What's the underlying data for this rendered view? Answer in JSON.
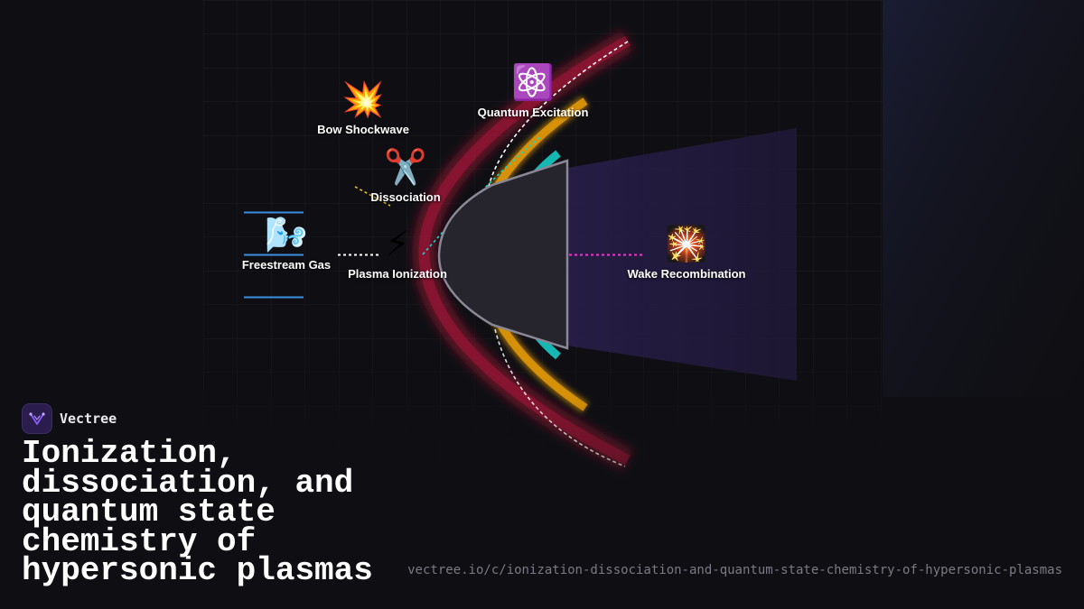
{
  "brand": {
    "name": "Vectree",
    "logo_icon": "vectree-logo-icon",
    "accent": "#8b5cf6"
  },
  "title": "Ionization, dissociation, and quantum state chemistry of hypersonic plasmas",
  "url": "vectree.io/c/ionization-dissociation-and-quantum-state-chemistry-of-hypersonic-plasmas",
  "colors": {
    "background": "#0f0f13",
    "shock_red": "#c0183a",
    "shock_orange": "#f0a000",
    "shock_cyan": "#18d6d0",
    "wake_purple": "#2a1f4d",
    "freestream_blue": "#3b8fe0",
    "wake_link_magenta": "#e040c8"
  },
  "nodes": [
    {
      "id": "bow-shockwave",
      "emoji": "💥",
      "icon": "explosion-icon",
      "label": "Bow Shockwave"
    },
    {
      "id": "quantum-excitation",
      "emoji": "⚛️",
      "icon": "atom-icon",
      "label": "Quantum Excitation"
    },
    {
      "id": "dissociation",
      "emoji": "✂️",
      "icon": "scissors-icon",
      "label": "Dissociation"
    },
    {
      "id": "freestream-gas",
      "emoji": "🌬️",
      "icon": "wind-icon",
      "label": "Freestream Gas"
    },
    {
      "id": "plasma-ionization",
      "emoji": "⚡",
      "icon": "lightning-icon",
      "label": "Plasma Ionization"
    },
    {
      "id": "wake-recombination",
      "emoji": "🎇",
      "icon": "sparkler-icon",
      "label": "Wake Recombination"
    }
  ]
}
